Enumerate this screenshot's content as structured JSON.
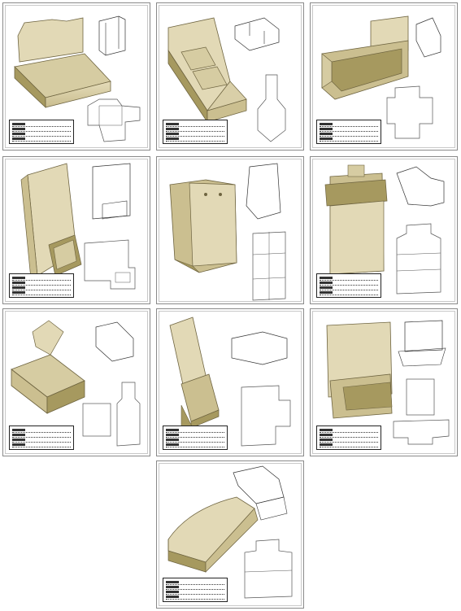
{
  "sheet": {
    "panels": [
      {
        "id": "display-tray-with-header"
      },
      {
        "id": "three-tier-step-display"
      },
      {
        "id": "open-front-counter-display"
      },
      {
        "id": "easel-card-with-pocket"
      },
      {
        "id": "shopping-bag"
      },
      {
        "id": "folder-envelope-with-flap"
      },
      {
        "id": "tuck-top-carton"
      },
      {
        "id": "brochure-holder-stand"
      },
      {
        "id": "header-card-tray-display"
      },
      {
        "id": "curved-front-display-tray"
      }
    ]
  },
  "palette": {
    "kraft_light": "#ded5b0",
    "kraft_mid": "#cbbf90",
    "kraft_dark": "#a6995f",
    "outline": "#6e6440",
    "dieline": "#555555",
    "frame": "#8a8a8a"
  }
}
